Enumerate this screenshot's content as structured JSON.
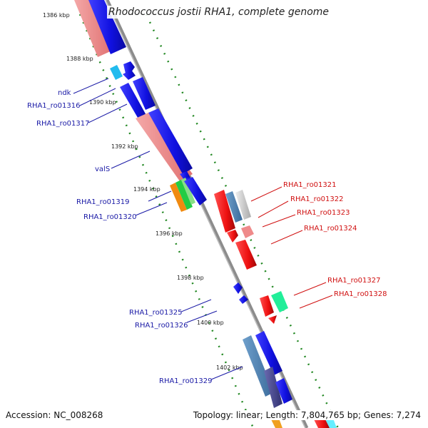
{
  "title": "Rhodococcus jostii RHA1, complete genome",
  "footer": {
    "accession": "Accession: NC_008268",
    "summary": "Topology: linear; Length: 7,804,765 bp; Genes: 7,274"
  },
  "scale_labels": [
    "1386 kbp",
    "1388 kbp",
    "1390 kbp",
    "1392 kbp",
    "1394 kbp",
    "1396 kbp",
    "1398 kbp",
    "1400 kbp",
    "1402 kbp"
  ],
  "genes_left": [
    "ndk",
    "RHA1_ro01316",
    "RHA1_ro01317",
    "valS",
    "RHA1_ro01319",
    "RHA1_ro01320",
    "RHA1_ro01325",
    "RHA1_ro01326",
    "RHA1_ro01329"
  ],
  "genes_right": [
    "RHA1_ro01321",
    "RHA1_ro01322",
    "RHA1_ro01323",
    "RHA1_ro01324",
    "RHA1_ro01327",
    "RHA1_ro01328"
  ],
  "colors": {
    "forward": "#1010e0",
    "reverse": "#ee1010",
    "pink": "#ef8a8a",
    "cyan": "#22bbee",
    "steel": "#4a80b0",
    "orange": "#f08a10",
    "green": "#22cc44",
    "mint": "#22ee99",
    "navy": "#404090",
    "backbone": "#8c8c8c",
    "dots": "#228822",
    "label_blue": "#1a1aa6",
    "label_red": "#d01010"
  }
}
